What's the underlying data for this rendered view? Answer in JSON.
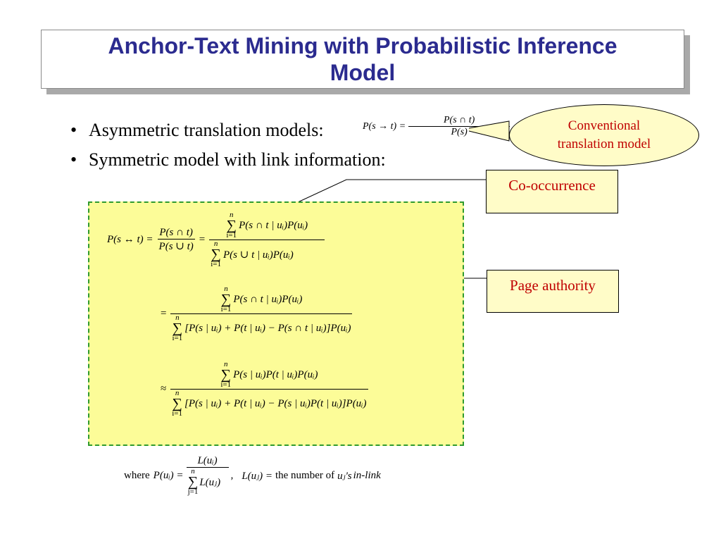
{
  "title": {
    "line1": "Anchor-Text Mining with Probabilistic Inference",
    "line2": "Model"
  },
  "bullets": [
    {
      "text": "Asymmetric translation models:"
    },
    {
      "text": "Symmetric model with link information:"
    }
  ],
  "bullet_glyph": "•",
  "formulas": {
    "asymmetric": {
      "lhs": "P(s → t) =",
      "num": "P(s ∩ t)",
      "den": "P(s)"
    },
    "symmetric": {
      "lhs": "P(s ↔ t) =",
      "frac1_num": "P(s ∩ t)",
      "frac1_den": "P(s ∪ t)",
      "eq": "=",
      "frac2_num": "P(s ∩ t | uᵢ)P(uᵢ)",
      "frac2_den": "P(s ∪ t | uᵢ)P(uᵢ)",
      "line2_op": "=",
      "line2_num": "P(s ∩ t | uᵢ)P(uᵢ)",
      "line2_den": "[P(s | uᵢ) + P(t | uᵢ) − P(s ∩ t | uᵢ)]P(uᵢ)",
      "line3_op": "≈",
      "line3_num": "P(s | uᵢ)P(t | uᵢ)P(uᵢ)",
      "line3_den": "[P(s | uᵢ) + P(t | uᵢ) − P(s | uᵢ)P(t | uᵢ)]P(uᵢ)",
      "sum_top": "n",
      "sum_bottom": "i=1",
      "sigma": "∑"
    },
    "where": {
      "prefix": "where",
      "lhs": "P(uᵢ) =",
      "num": "L(uᵢ)",
      "den_sum_top": "n",
      "den_sum_bottom": "j=1",
      "den_body": "L(uⱼ)",
      "sep": ",",
      "def_lhs": "L(uⱼ) =",
      "def_text": "the number of",
      "def_var": "uⱼ's",
      "def_tail": "in-link"
    }
  },
  "callouts": {
    "conventional": {
      "line1": "Conventional",
      "line2": "translation model"
    },
    "cooccurrence": "Co-occurrence",
    "page_authority": "Page authority"
  },
  "colors": {
    "title": "#2b2b8f",
    "callout_text": "#c00000",
    "callout_fill": "#fffcc8",
    "formula_fill": "#fcfc98",
    "formula_border": "#2f9a2f"
  }
}
